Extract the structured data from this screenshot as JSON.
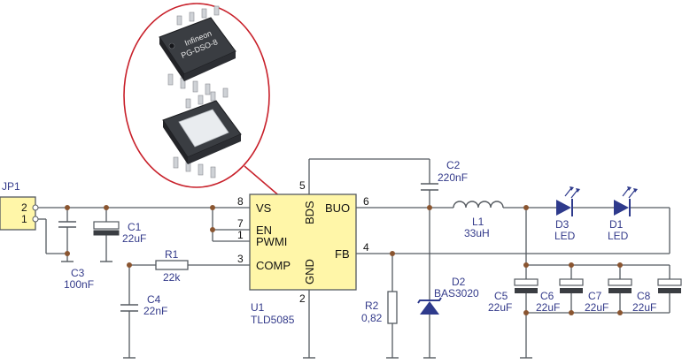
{
  "colors": {
    "wire": "#555a60",
    "label": "#333a8a",
    "ic_fill": "#fff6a8",
    "junction": "#8a5530",
    "led": "#2e3a8c",
    "callout": "#c8202a"
  },
  "jp1": {
    "ref": "JP1",
    "pin2": "2",
    "pin1": "1"
  },
  "u1": {
    "ref": "U1",
    "part": "TLD5085",
    "pins": {
      "vs": "VS",
      "en": "EN",
      "pwmi": "PWMI",
      "comp": "COMP",
      "bds": "BDS",
      "buo": "BUO",
      "fb": "FB",
      "gnd": "GND"
    },
    "pin_numbers": {
      "p8": "8",
      "p7": "7",
      "p1": "1",
      "p3": "3",
      "p5": "5",
      "p6": "6",
      "p4": "4",
      "p2": "2"
    }
  },
  "package": {
    "brand": "Infineon",
    "package_name": "PG-DSO-8"
  },
  "components": {
    "c1": {
      "ref": "C1",
      "value": "22uF"
    },
    "c2": {
      "ref": "C2",
      "value": "220nF"
    },
    "c3": {
      "ref": "C3",
      "value": "100nF"
    },
    "c4": {
      "ref": "C4",
      "value": "22nF"
    },
    "c5": {
      "ref": "C5",
      "value": "22uF"
    },
    "c6": {
      "ref": "C6",
      "value": "22uF"
    },
    "c7": {
      "ref": "C7",
      "value": "22uF"
    },
    "c8": {
      "ref": "C8",
      "value": "22uF"
    },
    "r1": {
      "ref": "R1",
      "value": "22k"
    },
    "r2": {
      "ref": "R2",
      "value": "0,82"
    },
    "l1": {
      "ref": "L1",
      "value": "33uH"
    },
    "d1": {
      "ref": "D1",
      "value": "LED"
    },
    "d2": {
      "ref": "D2",
      "value": "BAS3020"
    },
    "d3": {
      "ref": "D3",
      "value": "LED"
    }
  }
}
